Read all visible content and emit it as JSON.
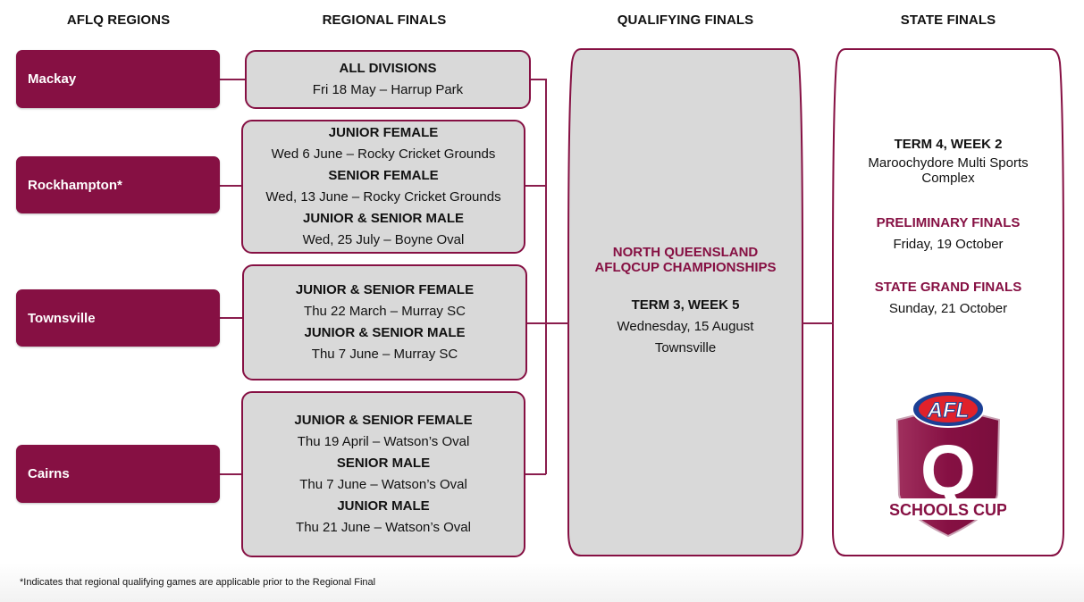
{
  "headers": {
    "regions": "AFLQ REGIONS",
    "regional_finals": "REGIONAL FINALS",
    "qualifying_finals": "QUALIFYING FINALS",
    "state_finals": "STATE FINALS"
  },
  "regions": [
    {
      "name": "Mackay",
      "finals": [
        {
          "division": "ALL DIVISIONS",
          "detail": "Fri 18 May – Harrup Park"
        }
      ]
    },
    {
      "name": "Rockhampton*",
      "finals": [
        {
          "division": "JUNIOR FEMALE",
          "detail": "Wed 6 June – Rocky Cricket Grounds"
        },
        {
          "division": "SENIOR FEMALE",
          "detail": "Wed, 13 June – Rocky Cricket Grounds"
        },
        {
          "division": "JUNIOR & SENIOR MALE",
          "detail": "Wed, 25 July – Boyne Oval"
        }
      ]
    },
    {
      "name": "Townsville",
      "finals": [
        {
          "division": "JUNIOR & SENIOR FEMALE",
          "detail": "Thu 22 March – Murray SC"
        },
        {
          "division": "JUNIOR & SENIOR MALE",
          "detail": "Thu 7 June – Murray SC"
        }
      ]
    },
    {
      "name": "Cairns",
      "finals": [
        {
          "division": "JUNIOR & SENIOR FEMALE",
          "detail": "Thu 19 April – Watson’s Oval"
        },
        {
          "division": "SENIOR MALE",
          "detail": "Thu 7 June – Watson’s Oval"
        },
        {
          "division": "JUNIOR MALE",
          "detail": "Thu 21 June – Watson’s Oval"
        }
      ]
    }
  ],
  "qualifying": {
    "title_line1": "NORTH QUEENSLAND",
    "title_line2": "AFLQCUP CHAMPIONSHIPS",
    "term": "TERM 3, WEEK 5",
    "date": "Wednesday, 15 August",
    "venue": "Townsville"
  },
  "state": {
    "term": "TERM 4, WEEK 2",
    "venue_line1": "Maroochydore Multi Sports",
    "venue_line2": "Complex",
    "prelim_title": "PRELIMINARY FINALS",
    "prelim_date": "Friday, 19 October",
    "grand_title": "STATE GRAND FINALS",
    "grand_date": "Sunday, 21 October"
  },
  "logo": {
    "top_text": "AFL",
    "letter": "Q",
    "bottom_text": "SCHOOLS CUP"
  },
  "footnote": "*Indicates that regional qualifying games are applicable prior to the Regional Final",
  "colors": {
    "maroon": "#861043",
    "box_grey": "#d9d9d9",
    "afl_blue": "#1b3f95",
    "afl_red": "#e0222b"
  }
}
